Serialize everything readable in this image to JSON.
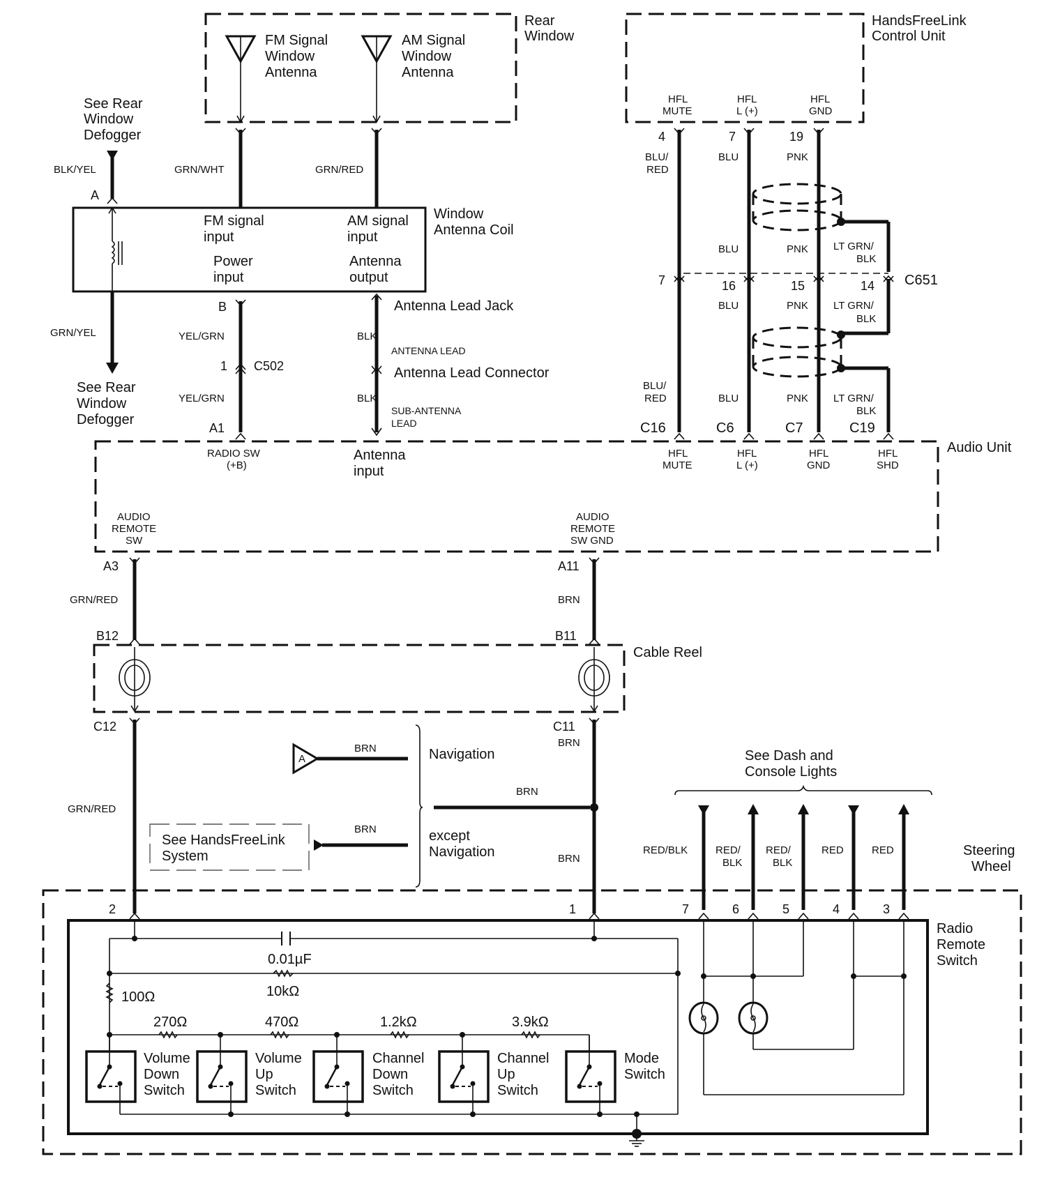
{
  "rear_window": {
    "title_line1": "Rear",
    "title_line2": "Window",
    "fm_antenna": [
      "FM Signal",
      "Window",
      "Antenna"
    ],
    "am_antenna": [
      "AM Signal",
      "Window",
      "Antenna"
    ]
  },
  "hfl_control_unit": {
    "title_line1": "HandsFreeLink",
    "title_line2": "Control Unit",
    "terminals": [
      {
        "label1": "HFL",
        "label2": "MUTE",
        "pin": "4",
        "wire": [
          "BLU/",
          "RED"
        ]
      },
      {
        "label1": "HFL",
        "label2": "L (+)",
        "pin": "7",
        "wire": [
          "BLU"
        ]
      },
      {
        "label1": "HFL",
        "label2": "GND",
        "pin": "19",
        "wire": [
          "PNK"
        ]
      }
    ]
  },
  "defogger_top": {
    "text": [
      "See Rear",
      "Window",
      "Defogger"
    ],
    "wire": "BLK/YEL",
    "terminal": "A"
  },
  "defogger_bottom": {
    "text": [
      "See Rear",
      "Window",
      "Defogger"
    ],
    "wire": "GRN/YEL"
  },
  "antenna_wires": {
    "fm": "GRN/WHT",
    "am": "GRN/RED"
  },
  "antenna_coil": {
    "title_line1": "Window",
    "title_line2": "Antenna Coil",
    "fm_input": [
      "FM signal",
      "input"
    ],
    "am_input": [
      "AM signal",
      "input"
    ],
    "power_input": [
      "Power",
      "input"
    ],
    "antenna_output": [
      "Antenna",
      "output"
    ]
  },
  "power_feed": {
    "terminal": "B",
    "wire_upper": "YEL/GRN",
    "connector_pin": "1",
    "connector": "C502",
    "wire_lower": "YEL/GRN",
    "audio_terminal": "A1"
  },
  "antenna_lead": {
    "jack": "Antenna Lead Jack",
    "wire_upper": "BLK",
    "lead_label": "ANTENNA LEAD",
    "connector": "Antenna Lead Connector",
    "wire_lower": "BLK",
    "sub_lead": [
      "SUB-ANTENNA",
      "LEAD"
    ]
  },
  "shielded_harness": {
    "upper_wires": [
      "BLU",
      "PNK"
    ],
    "drain_upper": [
      "LT GRN/",
      "BLK"
    ],
    "connector": "C651",
    "pins": [
      "7",
      "16",
      "15",
      "14"
    ],
    "mid_wires": [
      "BLU",
      "PNK"
    ],
    "drain_mid": [
      "LT GRN/",
      "BLK"
    ],
    "lower_wires": [
      [
        "BLU/",
        "RED"
      ],
      [
        "BLU"
      ],
      [
        "PNK"
      ]
    ],
    "drain_lower": [
      "LT GRN/",
      "BLK"
    ],
    "audio_pins": [
      "C16",
      "C6",
      "C7",
      "C19"
    ]
  },
  "audio_unit": {
    "title": "Audio Unit",
    "radio_sw": [
      "RADIO SW",
      "(+B)"
    ],
    "antenna_input": [
      "Antenna",
      "input"
    ],
    "hfl_terminals": [
      [
        "HFL",
        "MUTE"
      ],
      [
        "HFL",
        "L (+)"
      ],
      [
        "HFL",
        "GND"
      ],
      [
        "HFL",
        "SHD"
      ]
    ],
    "remote_sw": [
      "AUDIO",
      "REMOTE",
      "SW"
    ],
    "remote_sw_gnd": [
      "AUDIO",
      "REMOTE",
      "SW GND"
    ],
    "remote_pin": "A3",
    "remote_gnd_pin": "A11"
  },
  "cable_reel": {
    "title": "Cable Reel",
    "left_wire": "GRN/RED",
    "right_wire": "BRN",
    "left_top_pin": "B12",
    "right_top_pin": "B11",
    "left_bottom_pin": "C12",
    "right_bottom_pin": "C11"
  },
  "navigation_branch": {
    "connector_ref": "A",
    "wire_nav": "BRN",
    "nav_label": "Navigation",
    "wire_splice": "BRN",
    "hfl_ref": [
      "See HandsFreeLink",
      "System"
    ],
    "wire_hfl": "BRN",
    "except_label": [
      "except",
      "Navigation"
    ],
    "wire_c11": "BRN",
    "wire_down": "BRN",
    "left_wire": "GRN/RED"
  },
  "dash_lights": {
    "text": [
      "See Dash and",
      "Console Lights"
    ],
    "wires": [
      [
        "RED/BLK"
      ],
      [
        "RED/",
        "BLK"
      ],
      [
        "RED/",
        "BLK"
      ],
      [
        "RED"
      ],
      [
        "RED"
      ]
    ]
  },
  "steering_wheel": {
    "title_line1": "Steering",
    "title_line2": "Wheel"
  },
  "radio_remote_switch": {
    "title": [
      "Radio",
      "Remote",
      "Switch"
    ],
    "pins": {
      "p2": "2",
      "p1": "1",
      "p7": "7",
      "p6": "6",
      "p5": "5",
      "p4": "4",
      "p3": "3"
    },
    "capacitor": "0.01µF",
    "r_10k": "10kΩ",
    "r_100": "100Ω",
    "resistors": [
      "270Ω",
      "470Ω",
      "1.2kΩ",
      "3.9kΩ"
    ],
    "switches": [
      [
        "Volume",
        "Down",
        "Switch"
      ],
      [
        "Volume",
        "Up",
        "Switch"
      ],
      [
        "Channel",
        "Down",
        "Switch"
      ],
      [
        "Channel",
        "Up",
        "Switch"
      ],
      [
        "Mode",
        "Switch"
      ]
    ]
  }
}
